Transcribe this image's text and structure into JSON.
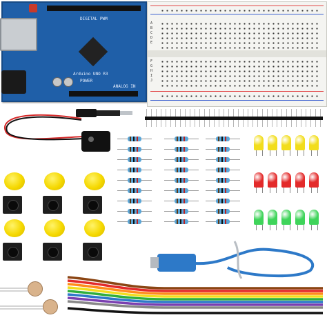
{
  "board": {
    "title": "DIGITAL PWM",
    "brand": "Arduino UNO R3",
    "power_label": "POWER",
    "analog_label": "ANALOG IN"
  },
  "breadboard": {
    "rows_top": [
      "A",
      "B",
      "C",
      "D",
      "E"
    ],
    "rows_bottom": [
      "F",
      "G",
      "H",
      "I",
      "J"
    ]
  },
  "colors": {
    "board_blue": "#1f5fa8",
    "led_yellow": "#f2dd1c",
    "led_red": "#e32a2a",
    "led_green": "#3fd45a",
    "button_cap_yellow": "#f5d800",
    "usb_cable_blue": "#2d79c8"
  },
  "kit": {
    "leds": {
      "yellow": 5,
      "red": 5,
      "green": 5
    },
    "resistors": {
      "columns": 3,
      "rows": 9
    },
    "tact_switches": 6,
    "button_caps": 6,
    "photoresistors": 2
  }
}
